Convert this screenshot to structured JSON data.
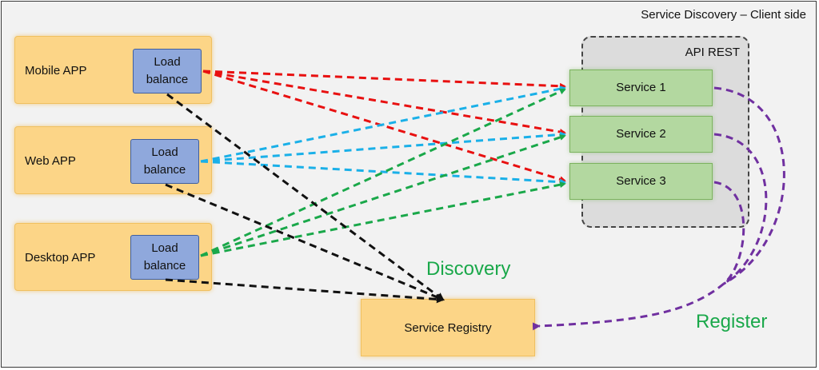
{
  "title": "Service Discovery – Client side",
  "apps": [
    {
      "label": "Mobile APP",
      "lb_line1": "Load",
      "lb_line2": "balance"
    },
    {
      "label": "Web APP",
      "lb_line1": "Load",
      "lb_line2": "balance"
    },
    {
      "label": "Desktop APP",
      "lb_line1": "Load",
      "lb_line2": "balance"
    }
  ],
  "api": {
    "label": "API REST",
    "services": [
      "Service 1",
      "Service 2",
      "Service 3"
    ]
  },
  "registry": {
    "label": "Service Registry"
  },
  "labels": {
    "discovery": "Discovery",
    "register": "Register"
  },
  "colors": {
    "red": "#e81010",
    "blue": "#1ab0e8",
    "green": "#1aa84a",
    "black": "#111111",
    "purple": "#7030a0"
  }
}
